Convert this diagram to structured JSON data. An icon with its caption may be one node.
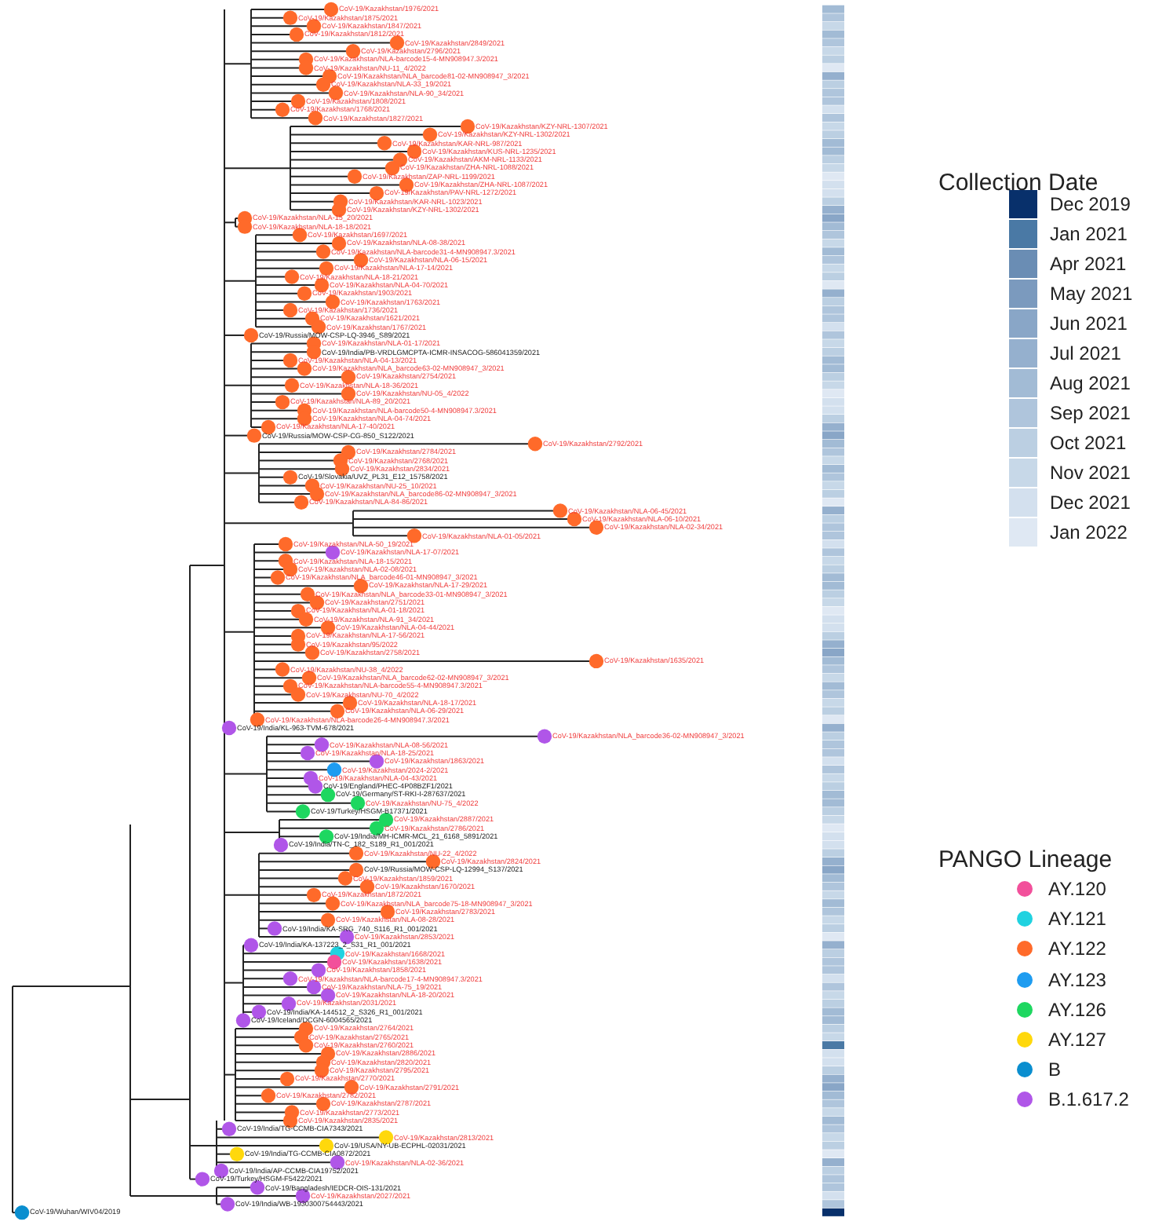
{
  "diagram": {
    "labels": [
      "CoV-19/Kazakhstan/1976/2021",
      "CoV-19/Kazakhstan/1875/2021",
      "CoV-19/Kazakhstan/1847/2021",
      "CoV-19/Kazakhstan/1812/2021",
      "CoV-19/Kazakhstan/2849/2021",
      "CoV-19/Kazakhstan/2796/2021",
      "CoV-19/Kazakhstan/NLA-barcode15-4-MN908947.3/2021",
      "CoV-19/Kazakhstan/NU-11_4/2022",
      "CoV-19/Kazakhstan/NLA_barcode81-02-MN908947_3/2021",
      "CoV-19/Kazakhstan/NLA-33_19/2021",
      "CoV-19/Kazakhstan/NLA-90_34/2021",
      "CoV-19/Kazakhstan/1808/2021",
      "CoV-19/Kazakhstan/1768/2021",
      "CoV-19/Kazakhstan/1827/2021",
      "CoV-19/Kazakhstan/KZY-NRL-1307/2021",
      "CoV-19/Kazakhstan/KZY-NRL-1302/2021",
      "CoV-19/Kazakhstan/KAR-NRL-987/2021",
      "CoV-19/Kazakhstan/KUS-NRL-1235/2021",
      "CoV-19/Kazakhstan/AKM-NRL-1133/2021",
      "CoV-19/Kazakhstan/ZHA-NRL-1088/2021",
      "CoV-19/Kazakhstan/ZAP-NRL-1199/2021",
      "CoV-19/Kazakhstan/ZHA-NRL-1087/2021",
      "CoV-19/Kazakhstan/PAV-NRL-1272/2021",
      "CoV-19/Kazakhstan/KAR-NRL-1023/2021",
      "CoV-19/Kazakhstan/KZY-NRL-1302/2021",
      "CoV-19/Kazakhstan/NLA-15_20/2021",
      "CoV-19/Kazakhstan/NLA-18-18/2021",
      "CoV-19/Kazakhstan/1697/2021",
      "CoV-19/Kazakhstan/NLA-08-38/2021",
      "CoV-19/Kazakhstan/NLA-barcode31-4-MN908947.3/2021",
      "CoV-19/Kazakhstan/NLA-06-15/2021",
      "CoV-19/Kazakhstan/NLA-17-14/2021",
      "CoV-19/Kazakhstan/NLA-18-21/2021",
      "CoV-19/Kazakhstan/NLA-04-70/2021",
      "CoV-19/Kazakhstan/1903/2021",
      "CoV-19/Kazakhstan/1763/2021",
      "CoV-19/Kazakhstan/1736/2021",
      "CoV-19/Kazakhstan/1621/2021",
      "CoV-19/Kazakhstan/1767/2021",
      "CoV-19/Russia/MOW-CSP-LQ-3946_S89/2021",
      "CoV-19/Kazakhstan/NLA-01-17/2021",
      "CoV-19/India/PB-VRDLGMCPTA-ICMR-INSACOG-586041359/2021",
      "CoV-19/Kazakhstan/NLA-04-13/2021",
      "CoV-19/Kazakhstan/NLA_barcode63-02-MN908947_3/2021",
      "CoV-19/Kazakhstan/2754/2021",
      "CoV-19/Kazakhstan/NLA-18-36/2021",
      "CoV-19/Kazakhstan/NU-05_4/2022",
      "CoV-19/Kazakhstan/NLA-89_20/2021",
      "CoV-19/Kazakhstan/NLA-barcode50-4-MN908947.3/2021",
      "CoV-19/Kazakhstan/NLA-04-74/2021",
      "CoV-19/Kazakhstan/NLA-17-40/2021",
      "CoV-19/Russia/MOW-CSP-CG-850_S122/2021",
      "CoV-19/Kazakhstan/2792/2021",
      "CoV-19/Kazakhstan/2784/2021",
      "CoV-19/Kazakhstan/2768/2021",
      "CoV-19/Kazakhstan/2834/2021",
      "CoV-19/Slovakia/UVZ_PL31_E12_15758/2021",
      "CoV-19/Kazakhstan/NU-25_10/2021",
      "CoV-19/Kazakhstan/NLA_barcode86-02-MN908947_3/2021",
      "CoV-19/Kazakhstan/NLA-84-86/2021",
      "CoV-19/Kazakhstan/NLA-06-45/2021",
      "CoV-19/Kazakhstan/NLA-06-10/2021",
      "CoV-19/Kazakhstan/NLA-02-34/2021",
      "CoV-19/Kazakhstan/NLA-01-05/2021",
      "CoV-19/Kazakhstan/NLA-50_19/2021",
      "CoV-19/Kazakhstan/NLA-17-07/2021",
      "CoV-19/Kazakhstan/NLA-18-15/2021",
      "CoV-19/Kazakhstan/NLA-02-08/2021",
      "CoV-19/Kazakhstan/NLA_barcode46-01-MN908947_3/2021",
      "CoV-19/Kazakhstan/NLA-17-29/2021",
      "CoV-19/Kazakhstan/NLA_barcode33-01-MN908947_3/2021",
      "CoV-19/Kazakhstan/2751/2021",
      "CoV-19/Kazakhstan/NLA-01-18/2021",
      "CoV-19/Kazakhstan/NLA-91_34/2021",
      "CoV-19/Kazakhstan/NLA-04-44/2021",
      "CoV-19/Kazakhstan/NLA-17-56/2021",
      "CoV-19/Kazakhstan/95/2022",
      "CoV-19/Kazakhstan/2758/2021",
      "CoV-19/Kazakhstan/1635/2021",
      "CoV-19/Kazakhstan/NU-38_4/2022",
      "CoV-19/Kazakhstan/NLA_barcode62-02-MN908947_3/2021",
      "CoV-19/Kazakhstan/NLA-barcode55-4-MN908947.3/2021",
      "CoV-19/Kazakhstan/NU-70_4/2022",
      "CoV-19/Kazakhstan/NLA-18-17/2021",
      "CoV-19/Kazakhstan/NLA-06-29/2021",
      "CoV-19/Kazakhstan/NLA-barcode26-4-MN908947.3/2021",
      "CoV-19/India/KL-963-TVM-678/2021",
      "CoV-19/Kazakhstan/NLA_barcode36-02-MN908947_3/2021",
      "CoV-19/Kazakhstan/NLA-08-56/2021",
      "CoV-19/Kazakhstan/NLA-18-25/2021",
      "CoV-19/Kazakhstan/1863/2021",
      "CoV-19/Kazakhstan/2024-2/2021",
      "CoV-19/Kazakhstan/NLA-04-43/2021",
      "CoV-19/England/PHEC-4P08BZF1/2021",
      "CoV-19/Germany/ST-RKI-I-287637/2021",
      "CoV-19/Kazakhstan/NU-75_4/2022",
      "CoV-19/Turkey/HSGM-B17371/2021",
      "CoV-19/Kazakhstan/2887/2021",
      "CoV-19/Kazakhstan/2786/2021",
      "CoV-19/India/MH-ICMR-MCL_21_6168_5891/2021",
      "CoV-19/India/TN-C_182_S189_R1_001/2021",
      "CoV-19/Kazakhstan/NU-22_4/2022",
      "CoV-19/Kazakhstan/2824/2021",
      "CoV-19/Russia/MOW-CSP-LQ-12994_S137/2021",
      "CoV-19/Kazakhstan/1859/2021",
      "CoV-19/Kazakhstan/1670/2021",
      "CoV-19/Kazakhstan/1872/2021",
      "CoV-19/Kazakhstan/NLA_barcode75-18-MN908947_3/2021",
      "CoV-19/Kazakhstan/2783/2021",
      "CoV-19/Kazakhstan/NLA-08-28/2021",
      "CoV-19/India/KA-SRG_740_S116_R1_001/2021",
      "CoV-19/Kazakhstan/2853/2021",
      "CoV-19/India/KA-137223_2_S31_R1_001/2021",
      "CoV-19/Kazakhstan/1668/2021",
      "CoV-19/Kazakhstan/1638/2021",
      "CoV-19/Kazakhstan/1858/2021",
      "CoV-19/Kazakhstan/NLA-barcode17-4-MN908947.3/2021",
      "CoV-19/Kazakhstan/NLA-75_19/2021",
      "CoV-19/Kazakhstan/NLA-18-20/2021",
      "CoV-19/Kazakhstan/2031/2021",
      "CoV-19/India/KA-144512_2_S326_R1_001/2021",
      "CoV-19/Iceland/DCGN-6004565/2021",
      "CoV-19/Kazakhstan/2764/2021",
      "CoV-19/Kazakhstan/2765/2021",
      "CoV-19/Kazakhstan/2760/2021",
      "CoV-19/Kazakhstan/2886/2021",
      "CoV-19/Kazakhstan/2820/2021",
      "CoV-19/Kazakhstan/2795/2021",
      "CoV-19/Kazakhstan/2770/2021",
      "CoV-19/Kazakhstan/2791/2021",
      "CoV-19/Kazakhstan/2782/2021",
      "CoV-19/Kazakhstan/2787/2021",
      "CoV-19/Kazakhstan/2773/2021",
      "CoV-19/Kazakhstan/2835/2021",
      "CoV-19/India/TG-CCMB-CIA7343/2021",
      "CoV-19/Kazakhstan/2813/2021",
      "CoV-19/USA/NY-UB-ECPHL-02031/2021",
      "CoV-19/India/TG-CCMB-CIA0872/2021",
      "CoV-19/Kazakhstan/NLA-02-36/2021",
      "CoV-19/India/AP-CCMB-CIA19752/2021",
      "CoV-19/Turkey/HSGM-F5422/2021",
      "CoV-19/Bangladesh/IEDCR-OIS-131/2021",
      "CoV-19/Kazakhstan/2027/2021",
      "CoV-19/India/WB-1930300754443/2021",
      "CoV-19/Wuhan/WIV04/2019",
      "Collection Date",
      "PANGO Lineage"
    ],
    "legend": [
      {
        "text": "Dec 2019",
        "color": "#08306b"
      },
      {
        "text": "Jan 2021",
        "color": "#4a79a5"
      },
      {
        "text": "Apr 2021",
        "color": "#6a8db4"
      },
      {
        "text": "May 2021",
        "color": "#7b9abe"
      },
      {
        "text": "Jun 2021",
        "color": "#89a6c7"
      },
      {
        "text": "Jul 2021",
        "color": "#95b0ce"
      },
      {
        "text": "Aug 2021",
        "color": "#a2bbd5"
      },
      {
        "text": "Sep 2021",
        "color": "#afc5dc"
      },
      {
        "text": "Oct 2021",
        "color": "#bbcfe2"
      },
      {
        "text": "Nov 2021",
        "color": "#c7d8e8"
      },
      {
        "text": "Dec 2021",
        "color": "#d3e0ee"
      },
      {
        "text": "Jan 2022",
        "color": "#dfe8f3"
      },
      {
        "text": "AY.120",
        "color": "#f2509b"
      },
      {
        "text": "AY.121",
        "color": "#20d2e0"
      },
      {
        "text": "AY.122",
        "color": "#ff6a2a"
      },
      {
        "text": "AY.123",
        "color": "#1e9cf0"
      },
      {
        "text": "AY.126",
        "color": "#1ed760"
      },
      {
        "text": "AY.127",
        "color": "#ffd80c"
      },
      {
        "text": "B",
        "color": "#0a8ecf"
      },
      {
        "text": "B.1.617.2",
        "color": "#b056e8"
      }
    ]
  }
}
